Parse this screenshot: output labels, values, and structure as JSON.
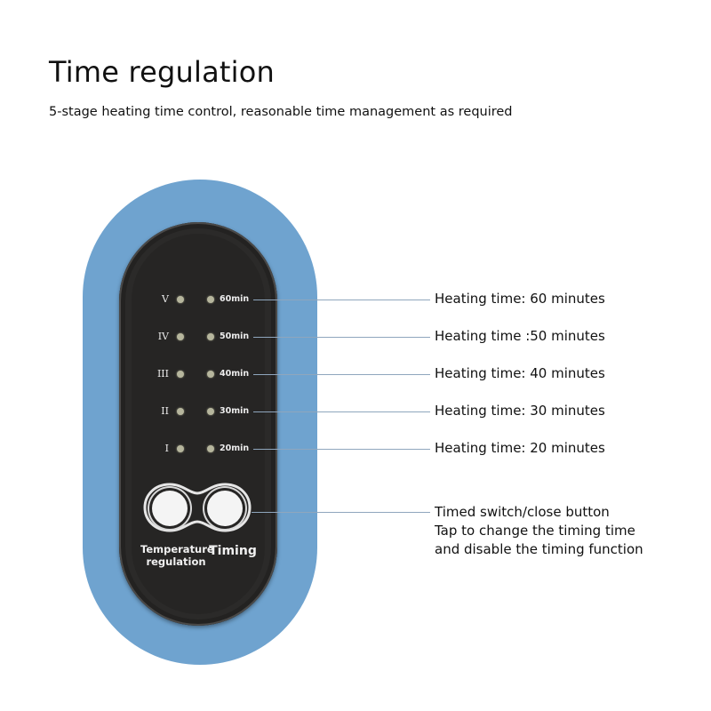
{
  "header": {
    "title": "Time regulation",
    "subtitle": "5-stage heating time control, reasonable time management as required"
  },
  "colors": {
    "background": "#ffffff",
    "blue_backdrop": "#6fa3cf",
    "device_body": "#2b2a29",
    "led": "#b6b69d",
    "leader_line": "#8fa6bd"
  },
  "levels": [
    {
      "roman": "V",
      "minutes": "60min",
      "callout": "Heating time: 60 minutes"
    },
    {
      "roman": "IV",
      "minutes": "50min",
      "callout": "Heating time :50 minutes"
    },
    {
      "roman": "III",
      "minutes": "40min",
      "callout": "Heating time: 40 minutes"
    },
    {
      "roman": "II",
      "minutes": "30min",
      "callout": "Heating time: 30 minutes"
    },
    {
      "roman": "I",
      "minutes": "20min",
      "callout": "Heating time: 20 minutes"
    }
  ],
  "buttons": {
    "temperature_label_line1": "Temperature",
    "temperature_label_line2": "regulation",
    "timing_label": "Timing"
  },
  "timing_callout": {
    "line1": "Timed switch/close button",
    "line2": "Tap to change the timing time",
    "line3": "and disable the timing function"
  }
}
